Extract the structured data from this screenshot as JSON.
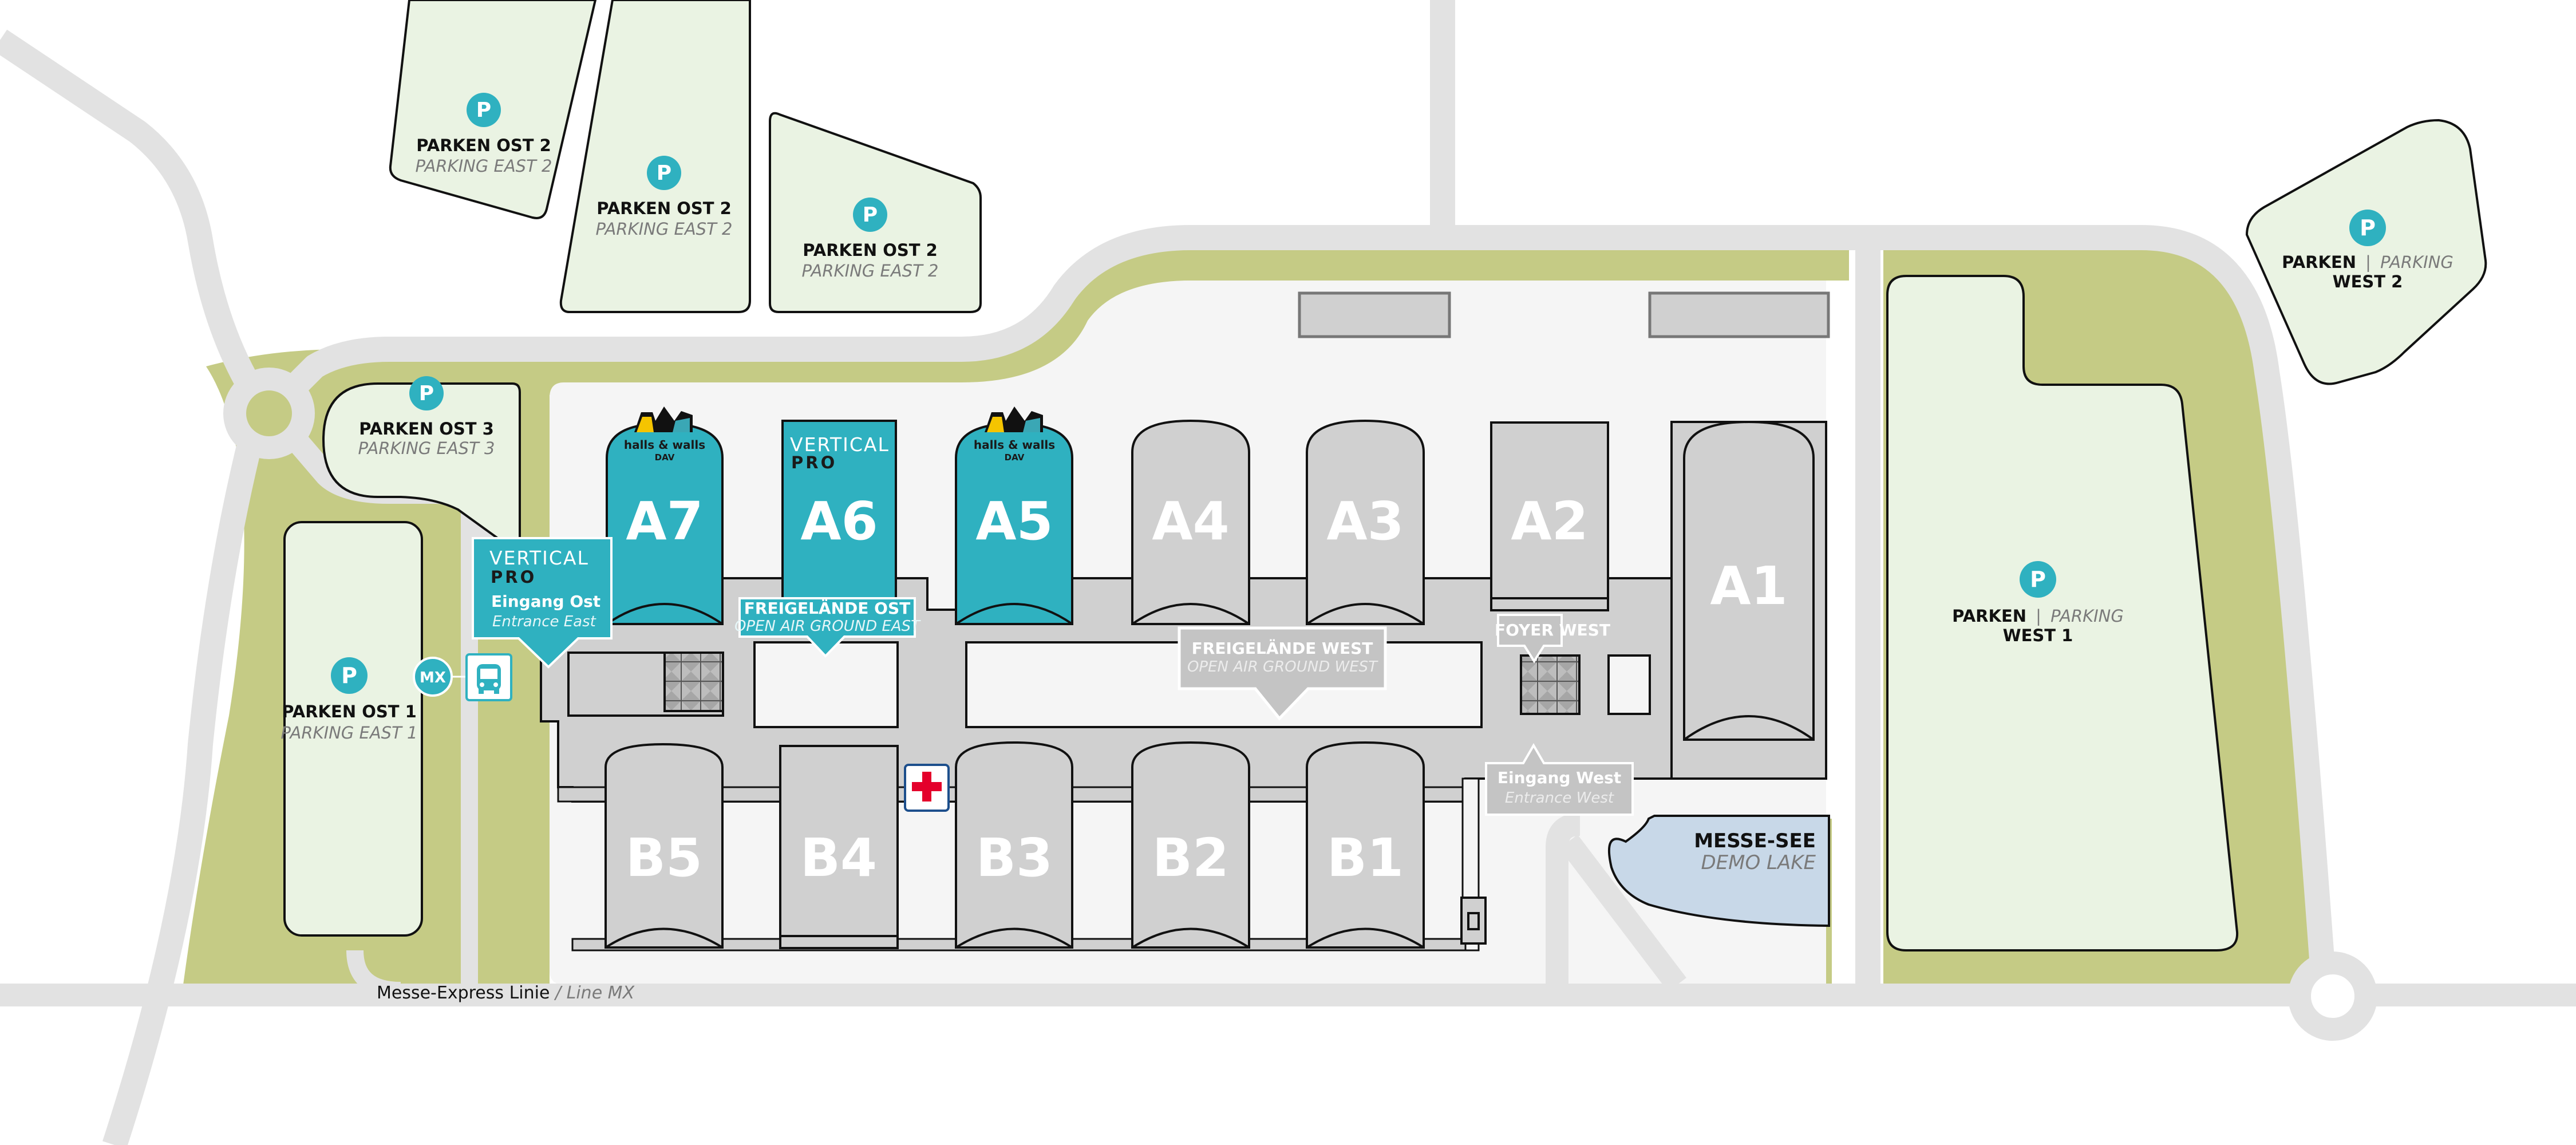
{
  "map": {
    "colors": {
      "accent_teal": "#2fb1c0",
      "parking_fill": "#eaf3e3",
      "greenery": "#c5cb85",
      "road": "#e2e2e2",
      "grounds": "#f5f5f5",
      "hall_grey": "#d0d0d0",
      "lake": "#c8d8e8",
      "first_aid_red": "#e4002b",
      "first_aid_border": "#1d4f8c"
    },
    "parking": [
      {
        "id": "ost-2a",
        "title": "PARKEN OST 2",
        "subtitle": "PARKING EAST 2",
        "icon": "parking-icon"
      },
      {
        "id": "ost-2b",
        "title": "PARKEN OST 2",
        "subtitle": "PARKING EAST 2",
        "icon": "parking-icon"
      },
      {
        "id": "ost-2c",
        "title": "PARKEN OST 2",
        "subtitle": "PARKING EAST 2",
        "icon": "parking-icon"
      },
      {
        "id": "ost-3",
        "title": "PARKEN OST 3",
        "subtitle": "PARKING EAST 3",
        "icon": "parking-icon"
      },
      {
        "id": "ost-1",
        "title": "PARKEN OST 1",
        "subtitle": "PARKING EAST 1",
        "icon": "parking-icon"
      },
      {
        "id": "west-1",
        "title_de": "PARKEN",
        "separator": "|",
        "title_en": "PARKING",
        "line2": "WEST 1",
        "icon": "parking-icon"
      },
      {
        "id": "west-2",
        "title_de": "PARKEN",
        "separator": "|",
        "title_en": "PARKING",
        "line2": "WEST 2",
        "icon": "parking-icon"
      }
    ],
    "parking_icon_letter": "P",
    "halls_top": [
      {
        "label": "A7",
        "style": "teal",
        "sponsor": "halls & walls",
        "sponsor_sub": "DAV"
      },
      {
        "label": "A6",
        "style": "teal",
        "sponsor": "VERTICAL",
        "sponsor_sub": "PRO"
      },
      {
        "label": "A5",
        "style": "teal",
        "sponsor": "halls & walls",
        "sponsor_sub": "DAV"
      },
      {
        "label": "A4",
        "style": "grey"
      },
      {
        "label": "A3",
        "style": "grey"
      },
      {
        "label": "A2",
        "style": "grey"
      },
      {
        "label": "A1",
        "style": "grey"
      }
    ],
    "halls_bottom": [
      {
        "label": "B5",
        "style": "grey"
      },
      {
        "label": "B4",
        "style": "grey"
      },
      {
        "label": "B3",
        "style": "grey"
      },
      {
        "label": "B2",
        "style": "grey"
      },
      {
        "label": "B1",
        "style": "grey"
      }
    ],
    "callouts": {
      "entrance_east": {
        "brand": "VERTICAL",
        "brand_sub": "PRO",
        "title": "Eingang Ost",
        "subtitle": "Entrance East"
      },
      "open_air_east": {
        "title": "FREIGELÄNDE OST",
        "subtitle": "OPEN AIR GROUND EAST"
      },
      "open_air_west": {
        "title": "FREIGELÄNDE WEST",
        "subtitle": "OPEN AIR GROUND WEST"
      },
      "foyer_west": {
        "title": "FOYER WEST"
      },
      "entrance_west": {
        "title": "Eingang West",
        "subtitle": "Entrance West"
      }
    },
    "lake": {
      "title": "MESSE-SEE",
      "subtitle": "DEMO LAKE"
    },
    "transit": {
      "badge": "MX",
      "bus_icon": "bus-icon",
      "line_de": "Messe-Express Linie",
      "separator": "/",
      "line_en": "Line MX"
    },
    "first_aid": {
      "icon": "first-aid-icon"
    }
  }
}
